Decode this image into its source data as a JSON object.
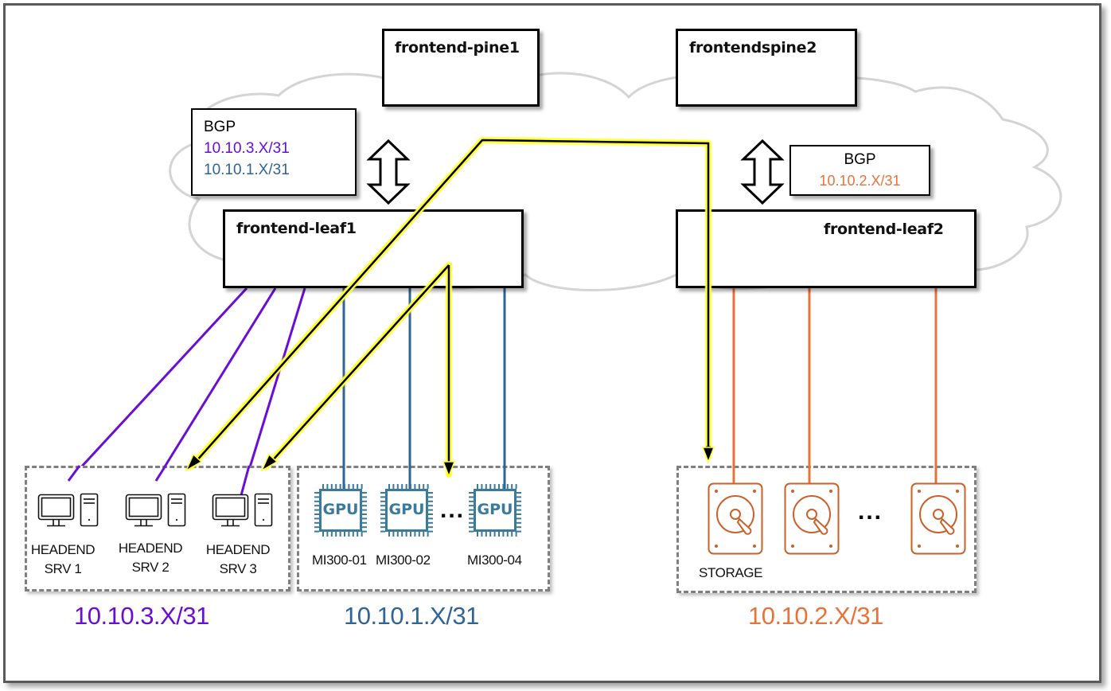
{
  "colors": {
    "purple": "#6a0dd6",
    "blue": "#2e6496",
    "orange": "#e8733a",
    "highlight": "#ffff33",
    "gpu": "#3a7a9a",
    "storage": "#c8622a",
    "cloud": "#d4d4d4"
  },
  "spines": [
    {
      "id": "spine1",
      "label": "frontend-pine1"
    },
    {
      "id": "spine2",
      "label": "frontendspine2"
    }
  ],
  "leaves": [
    {
      "id": "leaf1",
      "label": "frontend-leaf1"
    },
    {
      "id": "leaf2",
      "label": "frontend-leaf2"
    }
  ],
  "bgp_left": {
    "title": "BGP",
    "routes": [
      {
        "text": "10.10.3.X/31",
        "color": "purple"
      },
      {
        "text": "10.10.1.X/31",
        "color": "blue"
      }
    ]
  },
  "bgp_right": {
    "title": "BGP",
    "routes": [
      {
        "text": "10.10.2.X/31",
        "color": "orange"
      }
    ]
  },
  "headend_group": {
    "servers": [
      {
        "line1": "HEADEND",
        "line2": "SRV 1",
        "icon": "desktop-computer-icon"
      },
      {
        "line1": "HEADEND",
        "line2": "SRV 2",
        "icon": "desktop-computer-icon"
      },
      {
        "line1": "HEADEND",
        "line2": "SRV 3",
        "icon": "desktop-computer-icon"
      }
    ],
    "subnet": "10.10.3.X/31"
  },
  "gpu_group": {
    "gpus": [
      {
        "chip_text": "GPU",
        "label": "MI300-01",
        "icon": "gpu-chip-icon"
      },
      {
        "chip_text": "GPU",
        "label": "MI300-02",
        "icon": "gpu-chip-icon"
      },
      {
        "chip_text": "GPU",
        "label": "MI300-04",
        "icon": "gpu-chip-icon"
      }
    ],
    "ellipsis": "...",
    "subnet": "10.10.1.X/31"
  },
  "storage_group": {
    "disks": [
      {
        "icon": "hard-drive-icon"
      },
      {
        "icon": "hard-drive-icon"
      },
      {
        "icon": "hard-drive-icon"
      }
    ],
    "ellipsis": "...",
    "label": "STORAGE",
    "subnet": "10.10.2.X/31"
  }
}
